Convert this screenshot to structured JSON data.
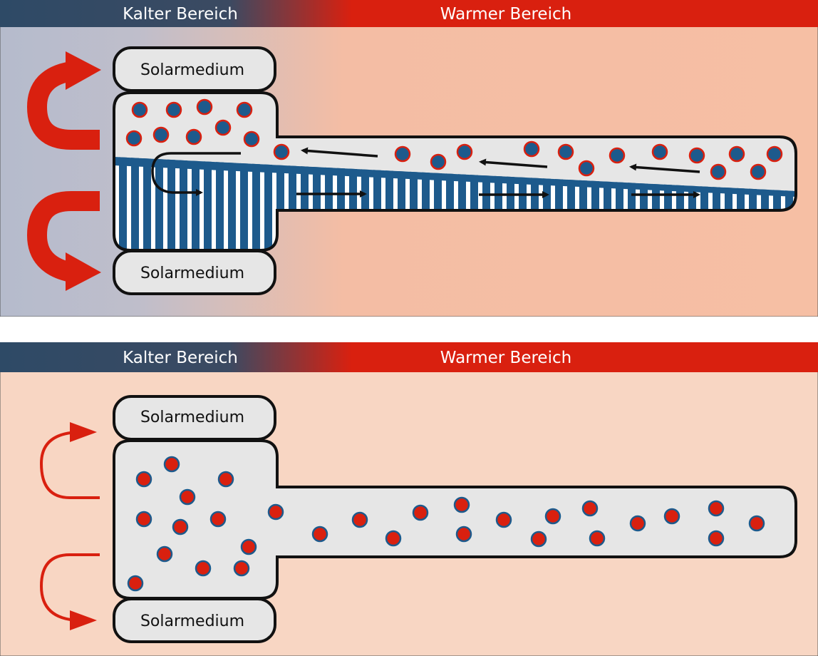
{
  "top": {
    "header_cold": "Kalter Bereich",
    "header_warm": "Warmer Bereich",
    "reservoir_top": "Solarmedium",
    "reservoir_bottom": "Solarmedium"
  },
  "bottom": {
    "header_cold": "Kalter Bereich",
    "header_warm": "Warmer Bereich",
    "reservoir_top": "Solarmedium",
    "reservoir_bottom": "Solarmedium"
  },
  "colors": {
    "header_cold": "#2f4a66",
    "header_warm": "#d9200f",
    "bg_cold": "#b7bccb",
    "bg_warm": "#f6bfa4",
    "bg_bottom": "#f8d6c3",
    "liquid_blue": "#1d5a8c",
    "vessel_fill": "#e6e6e6",
    "arrow_red": "#d9200f"
  }
}
